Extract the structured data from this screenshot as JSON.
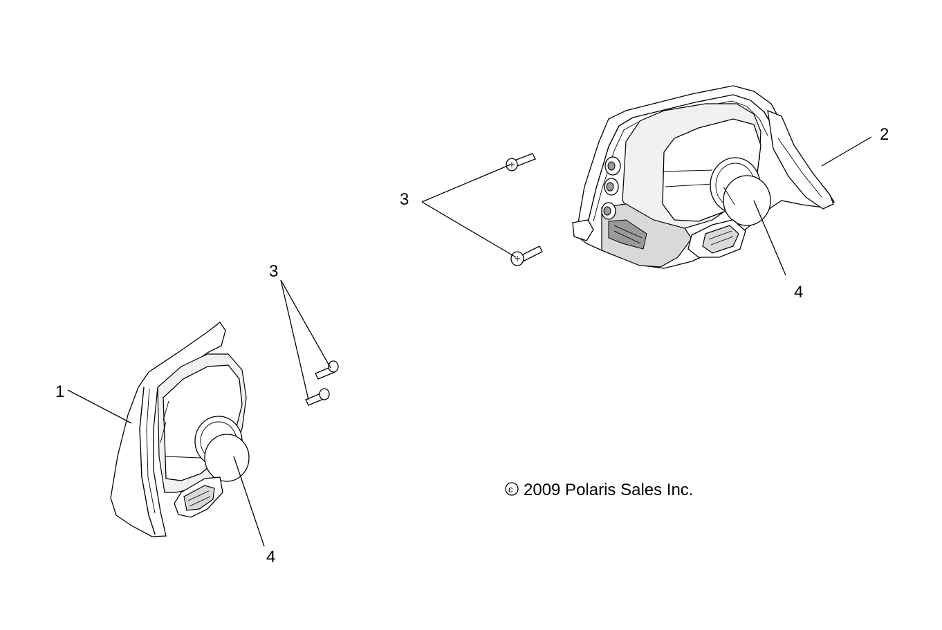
{
  "callouts": {
    "left_lamp": "1",
    "right_lamp": "2",
    "screws_right": "3",
    "screws_left": "3",
    "bulb_right": "4",
    "bulb_left": "4"
  },
  "copyright": {
    "symbol": "©",
    "text": "2009 Polaris Sales Inc."
  }
}
